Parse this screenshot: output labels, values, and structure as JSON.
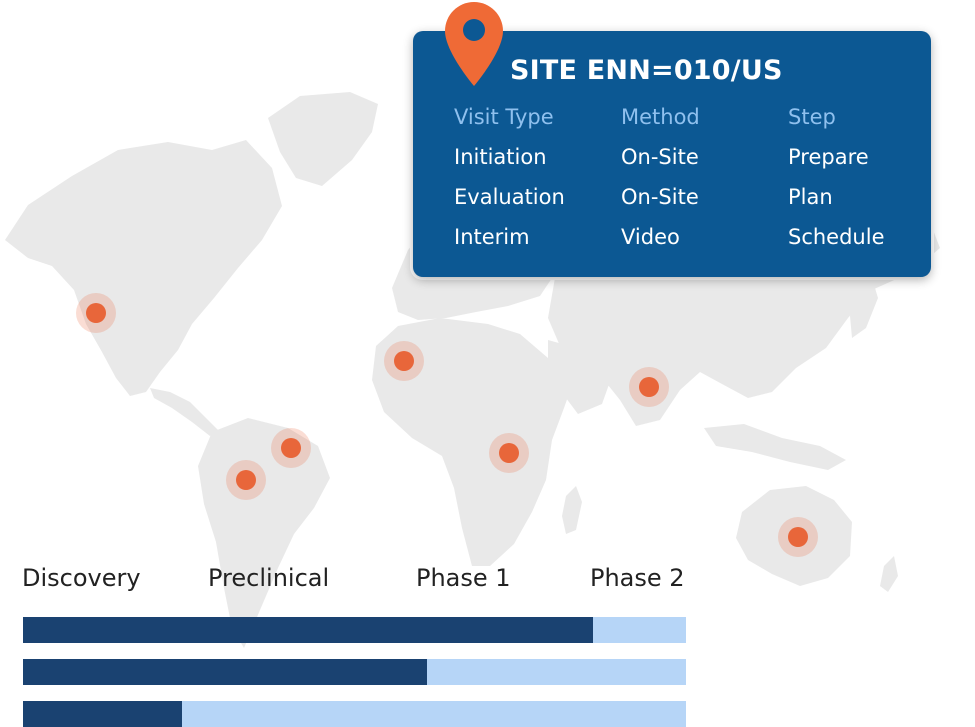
{
  "site_card": {
    "title": "SITE ENN=010/US",
    "headers": [
      "Visit Type",
      "Method",
      "Step"
    ],
    "rows": [
      [
        "Initiation",
        "On-Site",
        "Prepare"
      ],
      [
        "Evaluation",
        "On-Site",
        "Plan"
      ],
      [
        "Interim",
        "Video",
        "Schedule"
      ]
    ],
    "pin_icon": "location-pin-icon",
    "colors": {
      "card": "#0c5893",
      "header_text": "#8fc0ee",
      "pin": "#ef6a36"
    }
  },
  "map": {
    "marker_icon": "site-marker-icon",
    "marker_color": "#e8663a",
    "land_color": "#e9e9e9"
  },
  "phases": {
    "labels": [
      "Discovery",
      "Preclinical",
      "Phase 1",
      "Phase 2"
    ],
    "progress": [
      0.86,
      0.61,
      0.24
    ],
    "colors": {
      "fill": "#1a4271",
      "track": "#b6d5f7"
    }
  }
}
